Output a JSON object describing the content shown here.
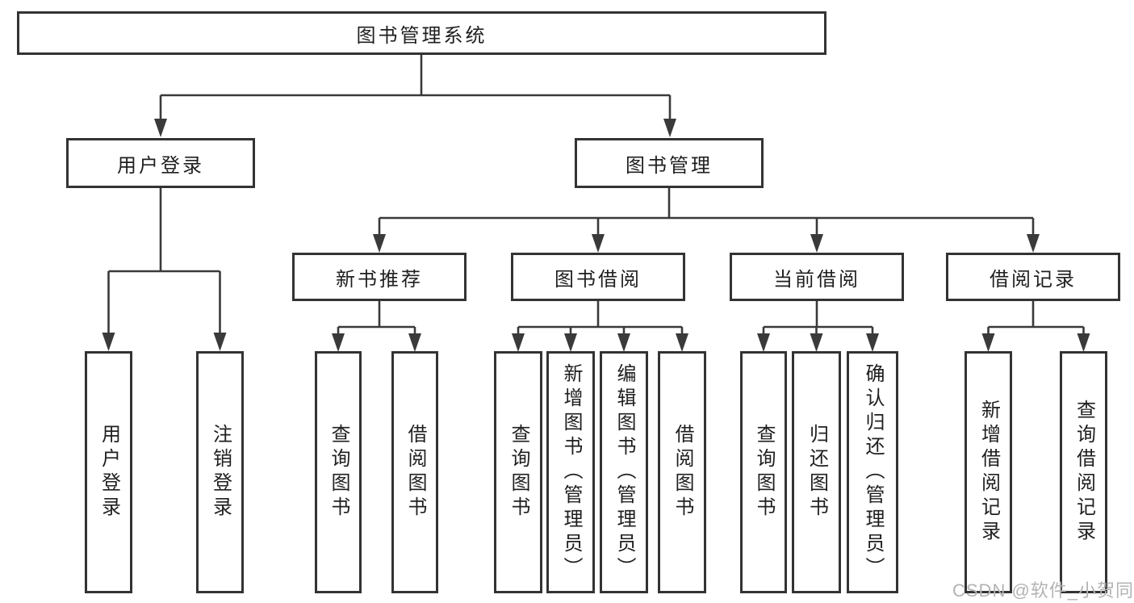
{
  "diagram": {
    "title": "图书管理系统",
    "level2": [
      "用户登录",
      "图书管理"
    ],
    "level3": [
      "新书推荐",
      "图书借阅",
      "当前借阅",
      "借阅记录"
    ],
    "children": {
      "user_login": [
        "用户登录",
        "注销登录"
      ],
      "new_books": [
        "查询图书",
        "借阅图书"
      ],
      "book_borrow": [
        "查询图书",
        "新增图书（管理员）",
        "编辑图书（管理员）",
        "借阅图书"
      ],
      "current_borrow": [
        "查询图书",
        "归还图书",
        "确认归还（管理员）"
      ],
      "borrow_records": [
        "新增借阅记录",
        "查询借阅记录"
      ]
    },
    "watermark": "CSDN @软件_小贺同学",
    "colors": {
      "line": "#3a3a3a",
      "border": "#333333",
      "text": "#1f1f1f",
      "watermark": "#b3b3b3",
      "background": "#ffffff"
    }
  }
}
